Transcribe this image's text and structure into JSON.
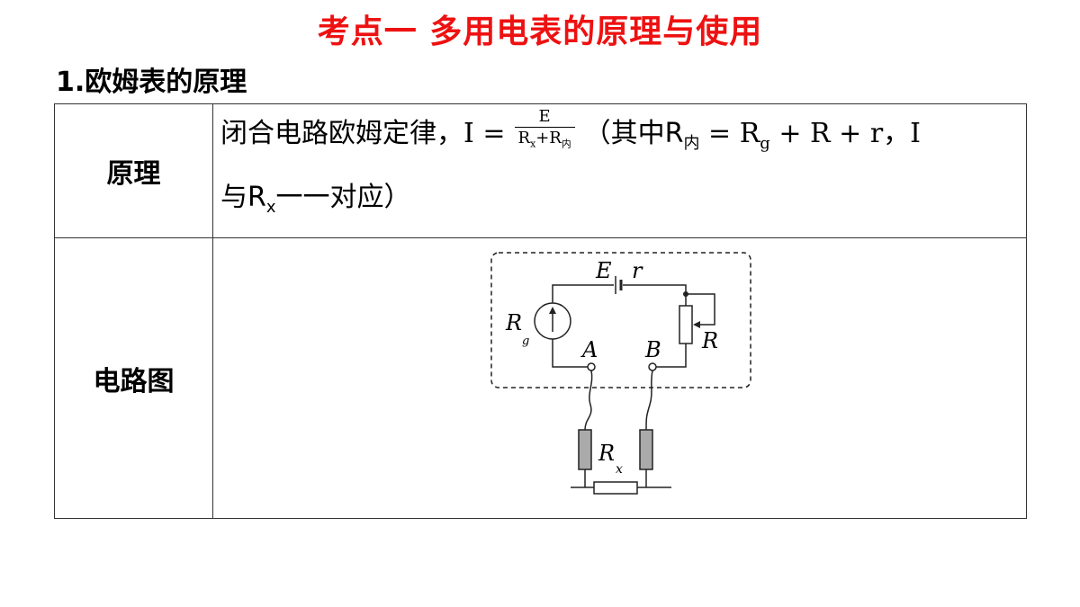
{
  "title": "考点一  多用电表的原理与使用",
  "section": "1.欧姆表的原理",
  "rows": {
    "principle": {
      "label": "原理",
      "intro": "闭合电路欧姆定律，",
      "eq_lhs": "I =",
      "frac_num": "E",
      "frac_den_r1": "R",
      "frac_den_x": "x",
      "frac_den_plus": "+R",
      "frac_den_nei": "内",
      "paren_open": "（其中R",
      "sub_nei": "内",
      "eq_mid": " = R",
      "sub_g": "g",
      "eq_tail": " + R + r，I",
      "line2_a": "与R",
      "line2_sub": "x",
      "line2_b": "一一对应）"
    },
    "circuit": {
      "label": "电路图",
      "labels": {
        "E": "E",
        "r": "r",
        "R": "R",
        "Rg": "R",
        "g": "g",
        "A": "A",
        "B": "B",
        "Rx": "R",
        "x": "x"
      }
    }
  }
}
